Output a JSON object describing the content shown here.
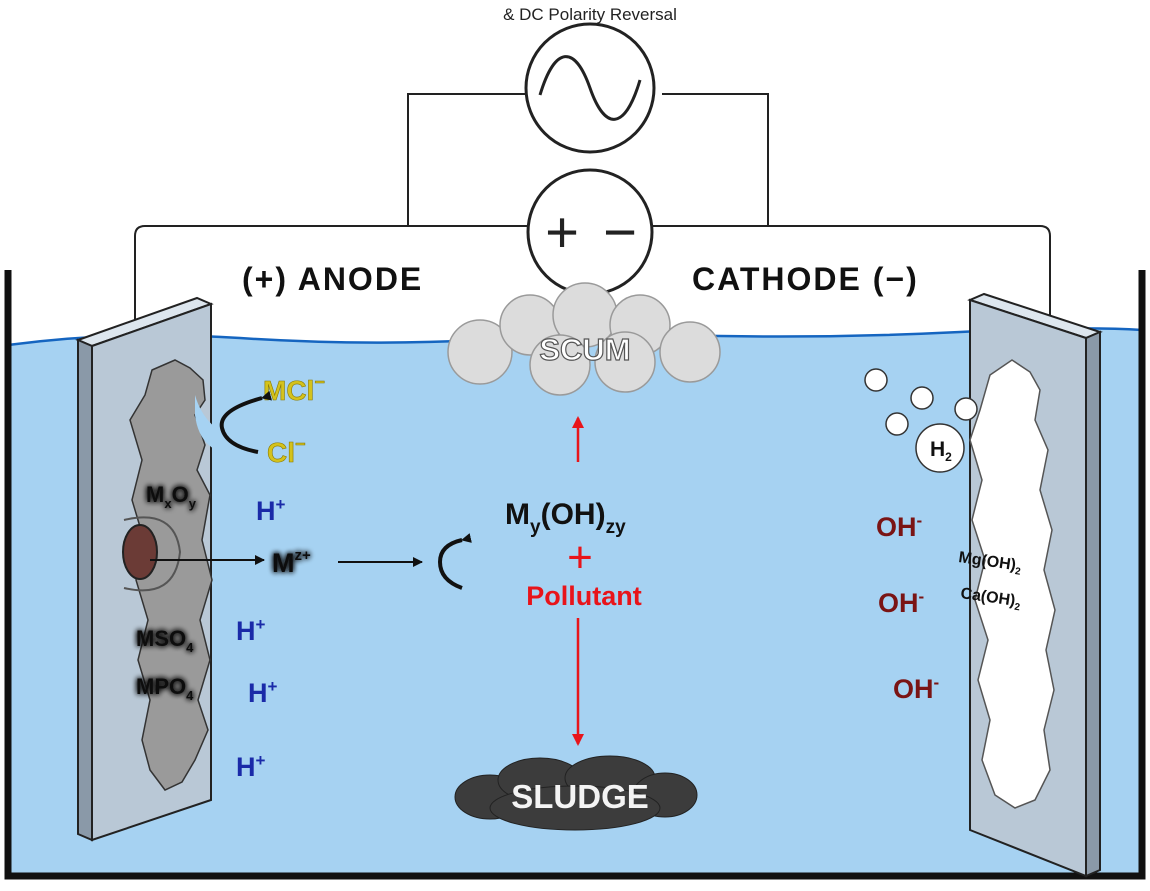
{
  "header_caption": "& DC Polarity Reversal",
  "power_sources": {
    "ac_symbol": "~",
    "dc_plus": "+",
    "dc_minus": "−"
  },
  "electrodes": {
    "anode_label": "(+) ANODE",
    "cathode_label": "CATHODE (−)"
  },
  "products": {
    "scum": "SCUM",
    "sludge": "SLUDGE"
  },
  "anode_species": {
    "mcl": {
      "base": "MCl",
      "sup": "−"
    },
    "cl": {
      "base": "Cl",
      "sup": "−"
    },
    "mxoy": {
      "m": "M",
      "x": "x",
      "o": "O",
      "y": "y"
    },
    "mz": {
      "base": "M",
      "sup": "z+"
    },
    "mso4": {
      "base": "MSO",
      "sub": "4"
    },
    "mpo4": {
      "base": "MPO",
      "sub": "4"
    },
    "h_plus": {
      "base": "H",
      "sup": "+"
    }
  },
  "center": {
    "hydroxide": {
      "m": "M",
      "y": "y",
      "oh": "(OH)",
      "zy": "zy"
    },
    "plus_sign": "+",
    "pollutant": "Pollutant"
  },
  "cathode_species": {
    "h2": {
      "base": "H",
      "sub": "2"
    },
    "oh": {
      "base": "OH",
      "sup": "-"
    },
    "mgoh2": {
      "base": "Mg(OH)",
      "sub": "2"
    },
    "caoh2": {
      "base": "Ca(OH)",
      "sub": "2"
    }
  },
  "colors": {
    "water": "#a6d2f2",
    "water_surface": "#1565c0",
    "chloride": "#d4c21c",
    "proton": "#1a2aa8",
    "hydroxide": "#7a1414",
    "pollutant": "#e8141a",
    "arrow_red": "#e8141a"
  }
}
